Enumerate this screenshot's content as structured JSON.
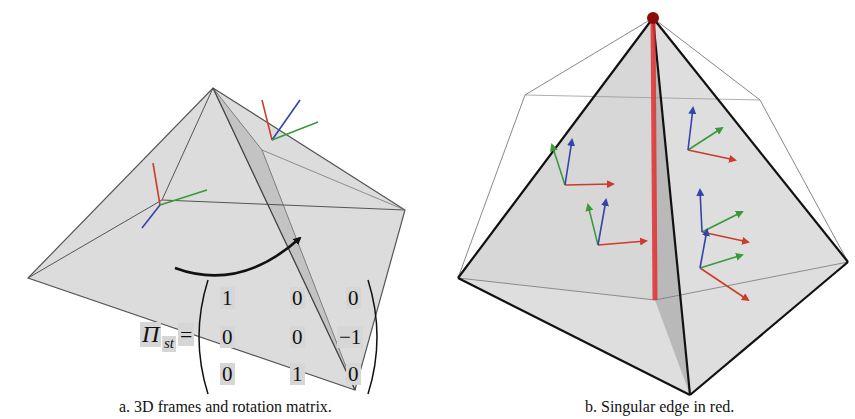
{
  "diagram": {
    "labels": [
      "Π",
      "st",
      "=",
      "1",
      "0",
      "0",
      "0",
      "0",
      "−1",
      "0",
      "1",
      "0",
      "a. 3D frames and rotation matrix.",
      "b. Singular edge in red."
    ]
  }
}
